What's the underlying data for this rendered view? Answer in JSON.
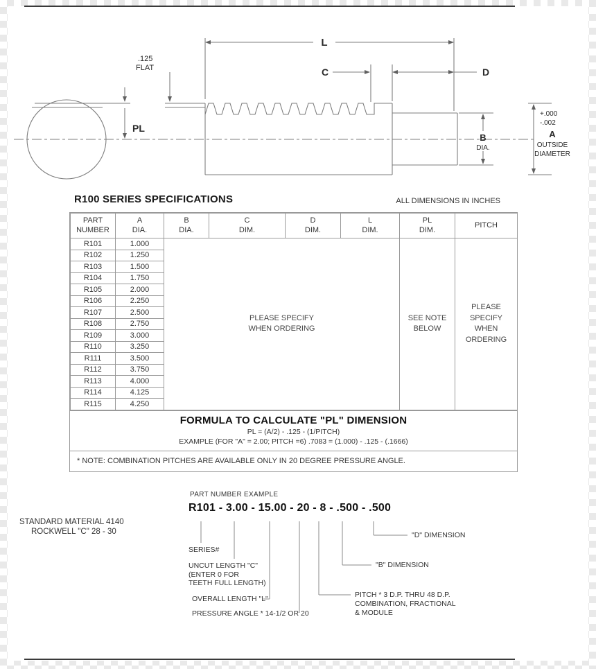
{
  "drawing": {
    "flat1": ".125",
    "flat2": "FLAT",
    "pl": "PL",
    "l": "L",
    "c": "C",
    "d": "D",
    "b": "B",
    "b_dia": "DIA.",
    "tol_plus": "+.000",
    "tol_minus": "-.002",
    "a": "A",
    "a_out": "OUTSIDE",
    "a_diam": "DIAMETER"
  },
  "table": {
    "title": "R100 SERIES SPECIFICATIONS",
    "units_note": "ALL DIMENSIONS IN INCHES",
    "headers": [
      [
        "PART",
        "NUMBER"
      ],
      [
        "A",
        "DIA."
      ],
      [
        "B",
        "DIA."
      ],
      [
        "C",
        "DIM."
      ],
      [
        "D",
        "DIM."
      ],
      [
        "L",
        "DIM."
      ],
      [
        "PL",
        "DIM."
      ],
      [
        "PITCH"
      ]
    ],
    "rows": [
      {
        "part": "R101",
        "a": "1.000"
      },
      {
        "part": "R102",
        "a": "1.250"
      },
      {
        "part": "R103",
        "a": "1.500"
      },
      {
        "part": "R104",
        "a": "1.750"
      },
      {
        "part": "R105",
        "a": "2.000"
      },
      {
        "part": "R106",
        "a": "2.250"
      },
      {
        "part": "R107",
        "a": "2.500"
      },
      {
        "part": "R108",
        "a": "2.750"
      },
      {
        "part": "R109",
        "a": "3.000"
      },
      {
        "part": "R110",
        "a": "3.250"
      },
      {
        "part": "R111",
        "a": "3.500"
      },
      {
        "part": "R112",
        "a": "3.750"
      },
      {
        "part": "R113",
        "a": "4.000"
      },
      {
        "part": "R114",
        "a": "4.125"
      },
      {
        "part": "R115",
        "a": "4.250"
      }
    ],
    "merged": {
      "specify": [
        "PLEASE SPECIFY",
        "WHEN ORDERING"
      ],
      "see_note": [
        "SEE NOTE",
        "BELOW"
      ],
      "pitch": [
        "PLEASE",
        "SPECIFY",
        "WHEN",
        "ORDERING"
      ]
    },
    "formula": {
      "title": "FORMULA TO CALCULATE \"PL\" DIMENSION",
      "line1": "PL = (A/2) - .125 - (1/PITCH)",
      "line2": "EXAMPLE (FOR \"A\" = 2.00;  PITCH =6)  .7083 = (1.000) - .125 - (.1666)"
    },
    "note": "* NOTE: COMBINATION PITCHES ARE AVAILABLE ONLY IN 20 DEGREE PRESSURE ANGLE."
  },
  "example": {
    "heading": "PART NUMBER EXAMPLE",
    "part_number": "R101 - 3.00 - 15.00 - 20 - 8 - .500 - .500",
    "material1": "STANDARD MATERIAL 4140",
    "material2": "ROCKWELL \"C\" 28 - 30",
    "callouts": {
      "series": "SERIES#",
      "uncut1": "UNCUT LENGTH \"C\"",
      "uncut2": "(ENTER 0 FOR",
      "uncut3": "TEETH FULL LENGTH)",
      "overall": "OVERALL LENGTH \"L\"",
      "pressure": "PRESSURE ANGLE * 14-1/2 OR 20",
      "pitch1": "PITCH * 3 D.P. THRU 48 D.P.",
      "pitch2": "COMBINATION, FRACTIONAL",
      "pitch3": "& MODULE",
      "b_dim": "\"B\" DIMENSION",
      "d_dim": "\"D\" DIMENSION"
    }
  }
}
